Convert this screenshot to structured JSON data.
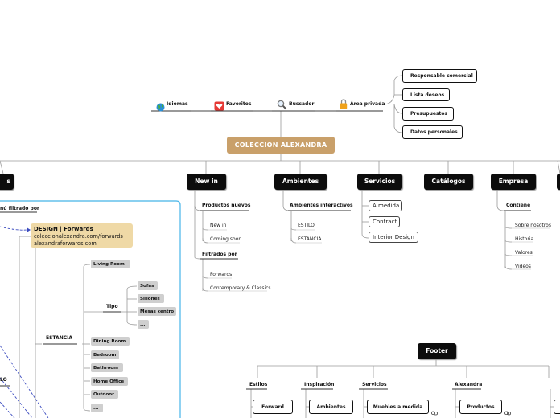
{
  "root": "COLECCION ALEXANDRA",
  "top_links": [
    {
      "label": "Idiomas",
      "icon": "globe-icon"
    },
    {
      "label": "Favoritos",
      "icon": "heart-icon"
    },
    {
      "label": "Buscador",
      "icon": "magnifier-icon"
    },
    {
      "label": "Área privada",
      "icon": "lock-icon"
    }
  ],
  "private_area": [
    "Responsable comercial",
    "Lista deseos",
    "Presupuestos",
    "Datos personales"
  ],
  "main_nav": {
    "new_in": "New in",
    "ambientes": "Ambientes",
    "servicios": "Servicios",
    "catalogos": "Catálogos",
    "empresa": "Empresa"
  },
  "new_in": {
    "productos_nuevos": "Productos nuevos",
    "productos_items": [
      "New in",
      "Coming soon"
    ],
    "filtrados_por": "Filtrados por",
    "filtrados_items": [
      "Forwards",
      "Contemporary & Classics"
    ]
  },
  "ambientes": {
    "heading": "Ambientes interactivos",
    "items": [
      "ESTILO",
      "ESTANCIA"
    ]
  },
  "servicios": [
    "A medida",
    "Contract",
    "Interior Design"
  ],
  "empresa": {
    "heading": "Contiene",
    "items": [
      "Sobre nosotros",
      "Historia",
      "Valores",
      "Videos"
    ]
  },
  "left_panel": {
    "menu_label": "nú filtrado por",
    "design_title": "DESIGN | Forwards",
    "design_url1": "coleccionalexandra.com/forwards",
    "design_url2": "alexandraforwards.com",
    "estancia_label": "ESTANCIA",
    "living_room": "Living Room",
    "tipo": "Tipo",
    "tipo_items": [
      "Sofás",
      "Sillones",
      "Mesas centro",
      "..."
    ],
    "rooms": [
      "Dining Room",
      "Bedroom",
      "Bathroom",
      "Home Office",
      "Outdoor",
      "..."
    ],
    "estilo_partial": "LO",
    "cut_label": "s"
  },
  "footer": {
    "title": "Footer",
    "columns": [
      "Estilos",
      "Inspiración",
      "Servicios",
      "Alexandra"
    ],
    "boxes": [
      "Forward",
      "Ambientes",
      "Muebles a medida",
      "Productos"
    ]
  },
  "colors": {
    "root": "#c9a06a",
    "design_box": "#efd9a6",
    "panel_border": "#45b4e8",
    "dashed": "#3b4bbf"
  }
}
